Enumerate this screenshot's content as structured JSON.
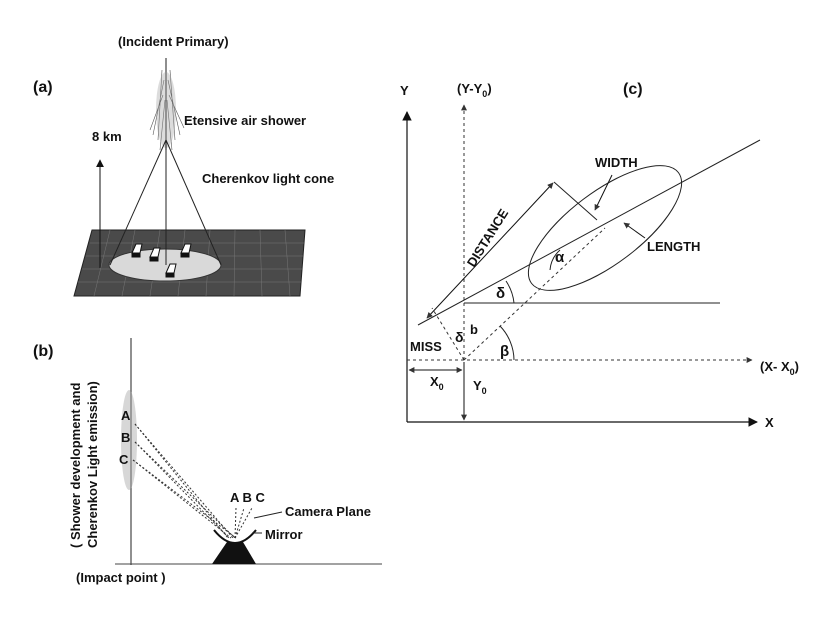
{
  "panel_a": {
    "tag": "(a)",
    "incident_primary": "(Incident  Primary)",
    "shower_label": "Etensive air shower",
    "height_label": "8 km",
    "cone_label": "Cherenkov light cone"
  },
  "panel_b": {
    "tag": "(b)",
    "side_label_line1": "( Shower development and",
    "side_label_line2": "Cherenkov Light  emission)",
    "point_a": "A",
    "point_b": "B",
    "point_c": "C",
    "camera_points": "A B C",
    "camera_plane": "Camera  Plane",
    "mirror": "Mirror",
    "impact_point": "(Impact  point )"
  },
  "panel_c": {
    "tag": "(c)",
    "y_axis": "Y",
    "y_prime_axis": "(Y-Y",
    "y_prime_axis_sub": "0",
    "y_prime_axis_close": ")",
    "x_axis": "X",
    "x_prime_axis": "(X- X",
    "x_prime_axis_sub": "0",
    "x_prime_axis_close": ")",
    "width": "WIDTH",
    "length": "LENGTH",
    "distance": "DISTANCE",
    "miss": "MISS",
    "x0": "X",
    "x0_sub": "0",
    "y0": "Y",
    "y0_sub": "0",
    "alpha": "α",
    "delta": "δ",
    "delta2": "δ",
    "b": "b",
    "beta": "β"
  }
}
